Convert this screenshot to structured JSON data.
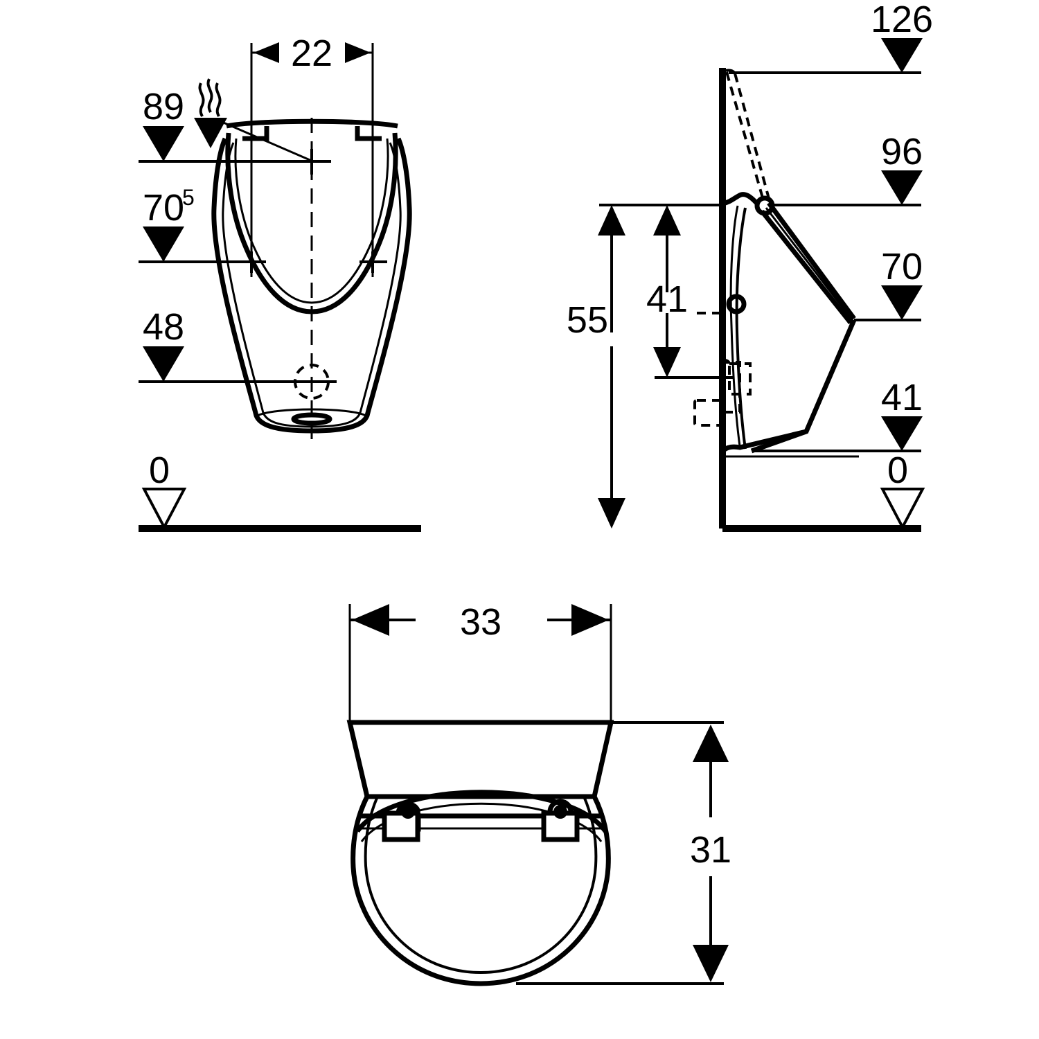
{
  "drawing": {
    "title": "Wall-hung urinal technical drawing",
    "units_note": "",
    "line_color": "#000000",
    "background_color": "#ffffff"
  },
  "views": {
    "front": {
      "name": "front-elevation-view",
      "width_dimension": {
        "label": "22",
        "name": "width-dimension-22"
      },
      "elevations": [
        {
          "label": "89",
          "name": "elevation-marker-89",
          "style": "filled-triangle",
          "has_steam_icon": true
        },
        {
          "label": "70",
          "superscript": "5",
          "name": "elevation-marker-70-5",
          "style": "filled-triangle"
        },
        {
          "label": "48",
          "name": "elevation-marker-48",
          "style": "filled-triangle"
        },
        {
          "label": "0",
          "name": "elevation-marker-0-front",
          "style": "hollow-triangle"
        }
      ]
    },
    "side": {
      "name": "side-section-view",
      "elevations": [
        {
          "label": "126",
          "name": "elevation-marker-126",
          "style": "filled-triangle"
        },
        {
          "label": "96",
          "name": "elevation-marker-96",
          "style": "filled-triangle"
        },
        {
          "label": "70",
          "name": "elevation-marker-70",
          "style": "filled-triangle"
        },
        {
          "label": "41",
          "name": "elevation-marker-41-right",
          "style": "filled-triangle"
        },
        {
          "label": "0",
          "name": "elevation-marker-0-side",
          "style": "hollow-triangle"
        }
      ],
      "vertical_dimensions": [
        {
          "label": "55",
          "name": "vertical-dimension-55"
        },
        {
          "label": "41",
          "name": "vertical-dimension-41"
        }
      ]
    },
    "top": {
      "name": "top-plan-view",
      "width_dimension": {
        "label": "33",
        "name": "width-dimension-33"
      },
      "depth_dimension": {
        "label": "31",
        "name": "depth-dimension-31"
      }
    }
  }
}
